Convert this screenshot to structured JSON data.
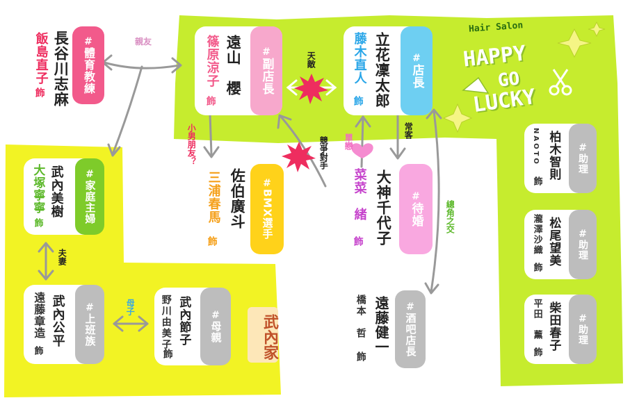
{
  "logo": {
    "small": "Hair Salon",
    "line1": "HAPPY",
    "line2": "GO",
    "line3": "LUCKY"
  },
  "stamp": "武內家",
  "relations": {
    "friends": "親友",
    "rivals": "天敵",
    "boyfriend": "小男朋友？",
    "competition": "競爭對手",
    "crush": "單戀",
    "regular": "常客",
    "acquaint": "總角之交",
    "couple": "夫妻",
    "mother_son": "母子"
  },
  "characters": {
    "nagatani": {
      "role_hash": "#",
      "role": "體育教練",
      "name": "長谷川志麻",
      "actor": "飯島直子",
      "suffix": "飾",
      "color": "#f25a8b"
    },
    "toyama": {
      "role_hash": "#",
      "role": "副店長",
      "name": "遠山　櫻",
      "actor": "篠原涼子",
      "suffix": "飾",
      "color": "#f7a8cc"
    },
    "tachibana": {
      "role_hash": "#",
      "role": "店長",
      "name": "立花凜太郎",
      "actor": "藤木直人",
      "suffix": "飾",
      "color": "#6ecff2"
    },
    "saeki": {
      "role_hash": "#",
      "role": "BMX選手",
      "name": "佐伯廣斗",
      "actor": "三浦春馬",
      "suffix": "飾",
      "color": "#ffd21a"
    },
    "ogami": {
      "role_hash": "#",
      "role": "待婚",
      "name": "大神千代子",
      "actor": "菜菜　緒",
      "suffix": "飾",
      "color": "#f9a8e0"
    },
    "takeuchi_miki": {
      "role_hash": "#",
      "role": "家庭主婦",
      "name": "武內美樹",
      "actor": "大塚寧寧",
      "suffix": "飾",
      "color": "#7ecb2a"
    },
    "takeuchi_kohei": {
      "role_hash": "#",
      "role": "上班族",
      "name": "武內公平",
      "actor": "遠藤章造",
      "suffix": "飾",
      "color": "#bdbdbd"
    },
    "takeuchi_setsuko": {
      "role_hash": "#",
      "role": "母親",
      "name": "武內節子",
      "actor": "野川由美子",
      "suffix": "飾",
      "color": "#bdbdbd"
    },
    "endo": {
      "role_hash": "#",
      "role": "酒吧店長",
      "name": "遠藤健一",
      "actor": "橋本　哲",
      "suffix": "飾",
      "color": "#bdbdbd"
    },
    "kashiwagi": {
      "role_hash": "#",
      "role": "助理",
      "name": "柏木智則",
      "actor": "NAOTO",
      "suffix": "飾",
      "color": "#bdbdbd"
    },
    "matsuo": {
      "role_hash": "#",
      "role": "助理",
      "name": "松尾望美",
      "actor": "瀧澤沙織",
      "suffix": "飾",
      "color": "#bdbdbd"
    },
    "shibata": {
      "role_hash": "#",
      "role": "助理",
      "name": "柴田春子",
      "actor": "平田　薰",
      "suffix": "飾",
      "color": "#bdbdbd"
    }
  }
}
